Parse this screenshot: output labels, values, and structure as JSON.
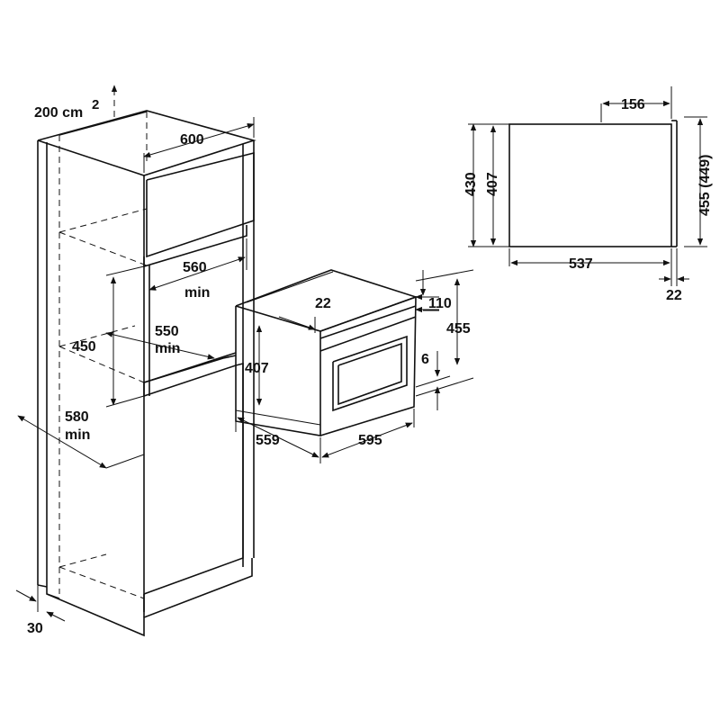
{
  "labels": {
    "vent_area": "200 cm",
    "vent_area_sup": "2",
    "cabinet_width": "600",
    "niche_560": "560",
    "niche_560_min": "min",
    "niche_550": "550",
    "niche_550_min": "min",
    "niche_height": "450",
    "depth_580": "580",
    "depth_580_min": "min",
    "plinth_30": "30",
    "oven_22": "22",
    "oven_110": "110",
    "oven_455": "455",
    "oven_407": "407",
    "oven_6": "6",
    "oven_559": "559",
    "oven_595": "595",
    "side_156": "156",
    "side_430": "430",
    "side_407": "407",
    "side_455": "455 (449)",
    "side_537": "537",
    "side_22": "22"
  }
}
